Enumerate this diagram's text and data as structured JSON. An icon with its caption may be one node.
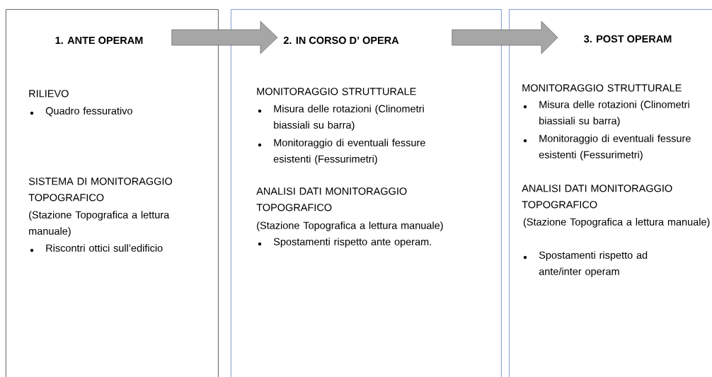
{
  "diagram": {
    "nodes": [
      {
        "text": [
          "1. ANTE OPERAM",
          "RILIEVO",
          "Quadro fessurativo",
          "SISTEMA DI MONITORAGGIO TOPOGRAFICO",
          "(Stazione Topografica a lettura manuale)",
          "Riscontri ottici sull’edificio"
        ]
      },
      {
        "text": [
          "2. IN CORSO D’ OPERA",
          "MONITORAGGIO STRUTTURALE",
          "Misura delle rotazioni (Clinometri biassiali su barra)",
          "Monitoraggio di eventuali fessure esistenti (Fessurimetri)",
          "ANALISI DATI MONITORAGGIO TOPOGRAFICO",
          "(Stazione Topografica a lettura manuale)",
          "Spostamenti rispetto ante operam."
        ]
      },
      {
        "text": [
          "3. POST OPERAM",
          "MONITORAGGIO STRUTTURALE",
          "Misura delle rotazioni (Clinometri biassiali su barra)",
          "Monitoraggio di eventuali fessure esistenti (Fessurimetri)",
          "ANALISI DATI MONITORAGGIO TOPOGRAFICO",
          "(Stazione Topografica a lettura manuale)",
          "Spostamenti rispetto ad ante/inter operam"
        ]
      }
    ],
    "edges": [
      {
        "from": 0,
        "to": 1,
        "arrow": "to"
      },
      {
        "from": 1,
        "to": 2,
        "arrow": "to"
      }
    ]
  }
}
